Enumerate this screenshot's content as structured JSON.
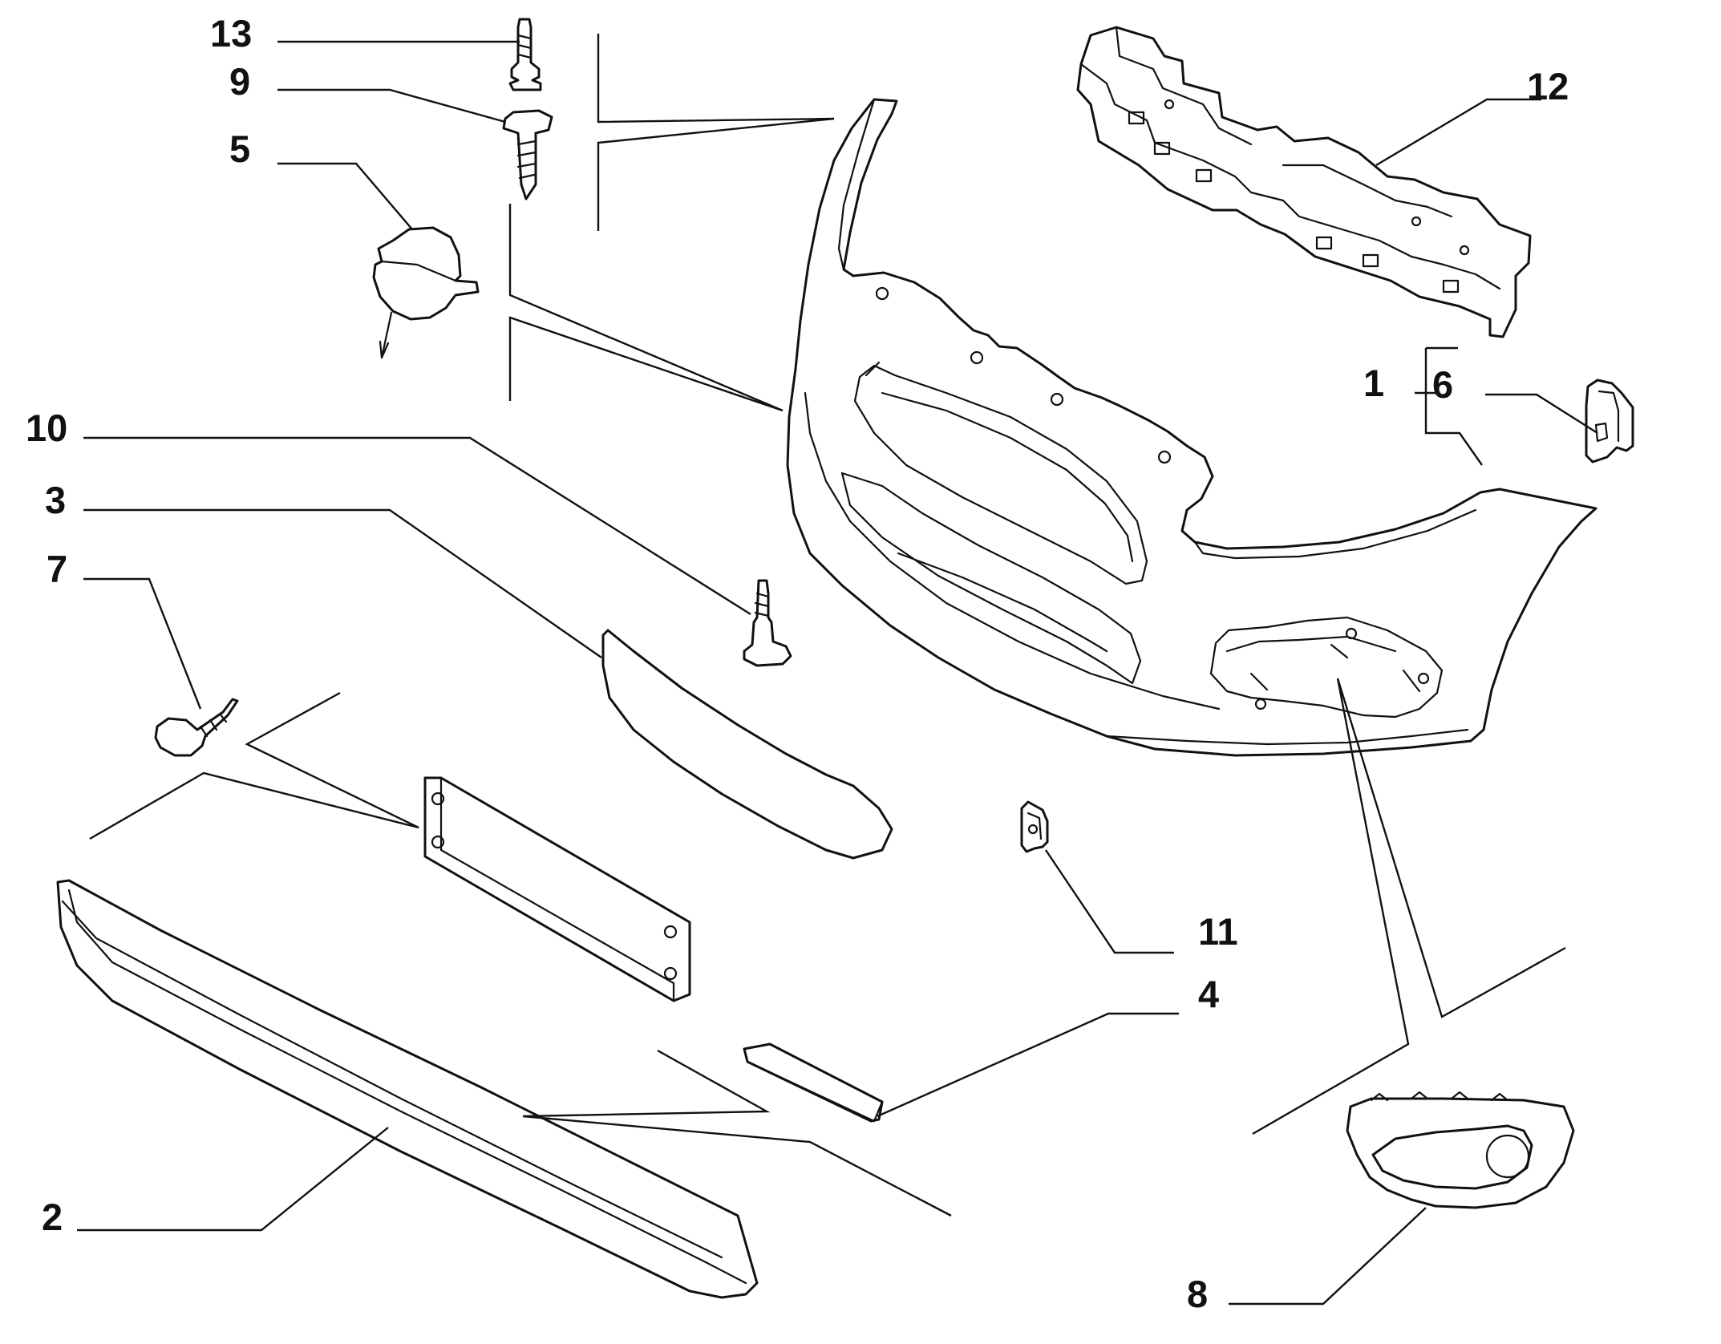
{
  "diagram": {
    "colors": {
      "line": "#111111",
      "background": "#ffffff"
    },
    "callouts": {
      "c1": "1",
      "c2": "2",
      "c3": "3",
      "c4": "4",
      "c5": "5",
      "c6": "6",
      "c7": "7",
      "c8": "8",
      "c9": "9",
      "c10": "10",
      "c11": "11",
      "c12": "12",
      "c13": "13"
    }
  }
}
